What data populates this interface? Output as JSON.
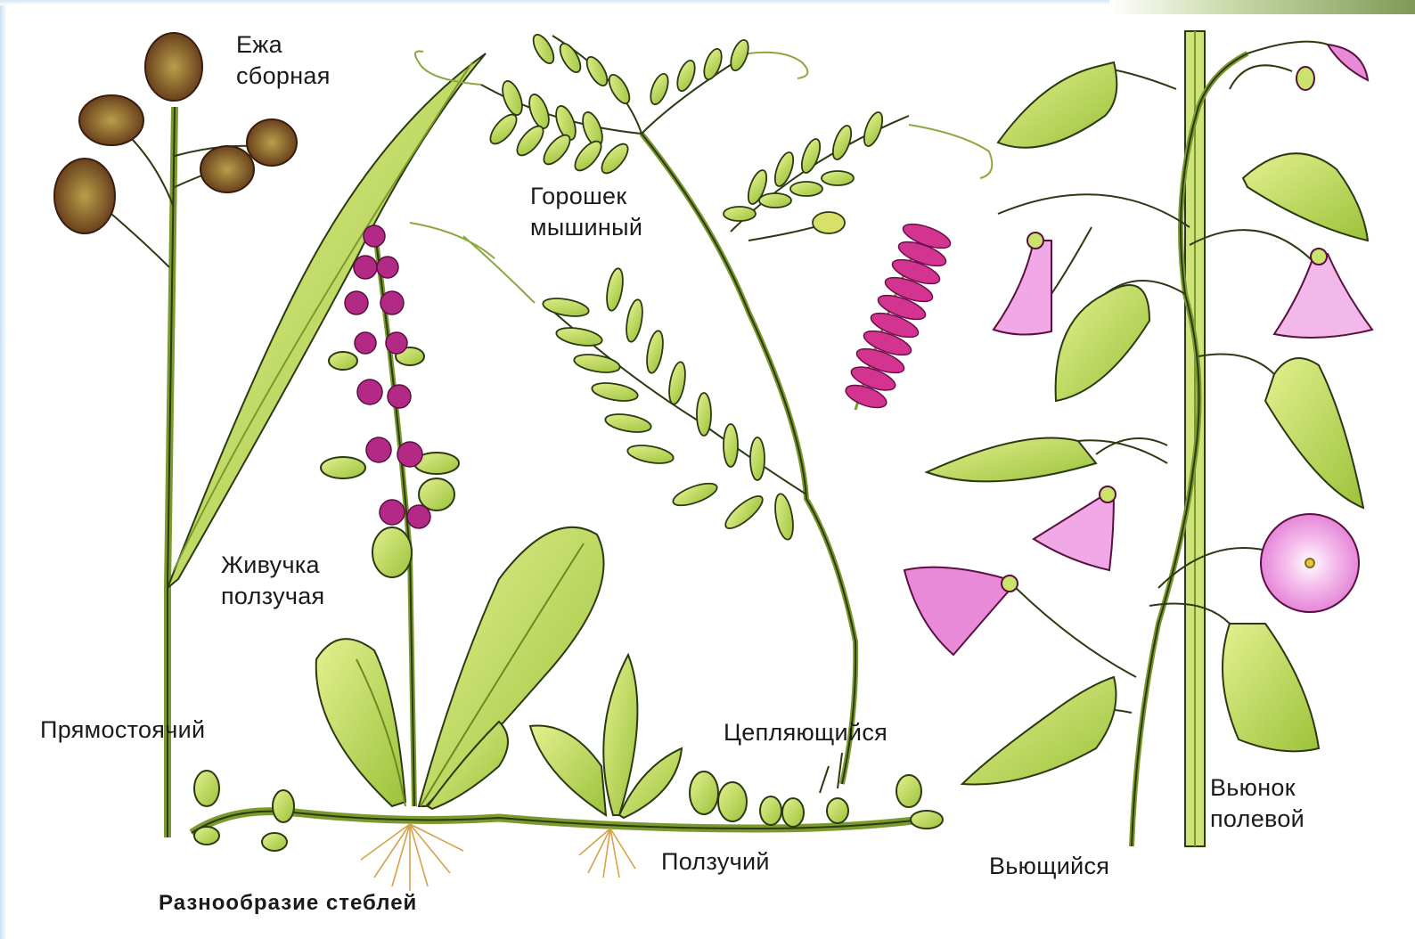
{
  "labels": {
    "ezha_line1": "Ежа",
    "ezha_line2": "сборная",
    "goroshek_line1": "Горошек",
    "goroshek_line2": "мышиный",
    "zhivuchka_line1": "Живучка",
    "zhivuchka_line2": "ползучая",
    "pryamostoyachiy": "Прямостоячий",
    "ceplyayushchiysya": "Цепляющийся",
    "polzuchiy": "Ползучий",
    "vyushchiysya": "Вьющийся",
    "vyunok_line1": "Вьюнок",
    "vyunok_line2": "полевой"
  },
  "caption": "Разнообразие стеблей",
  "colors": {
    "stem": "#7a9a2e",
    "leaf_fill": "#c9e36b",
    "leaf_dark": "#9fc23d",
    "outline": "#2c3a12",
    "flower_pink": "#e98ad8",
    "flower_magenta": "#c2248d",
    "spikelet": "#6b3a1e",
    "root": "#d8a24a"
  }
}
